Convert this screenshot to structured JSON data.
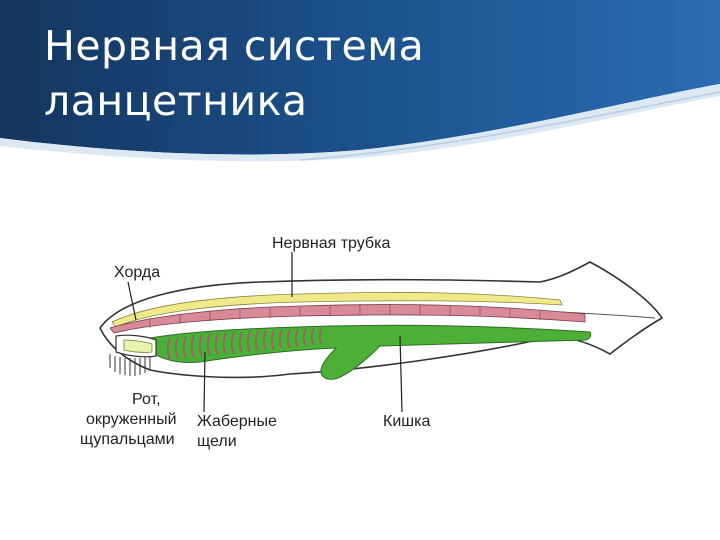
{
  "slide": {
    "title_line1": "Нервная система",
    "title_line2": "ланцетника"
  },
  "diagram": {
    "labels": {
      "neural_tube": "Нервная трубка",
      "notochord": "Хорда",
      "mouth_line1": "Рот,",
      "mouth_line2": "окруженный",
      "mouth_line3": "щупальцами",
      "gill_line1": "Жаберные",
      "gill_line2": "щели",
      "intestine": "Кишка"
    },
    "colors": {
      "neural_tube": "#efe98a",
      "notochord": "#d98a98",
      "intestine": "#4caf38",
      "gill_slits": "#b44c73",
      "outline": "#333333",
      "header": "#1a4d8a"
    }
  }
}
